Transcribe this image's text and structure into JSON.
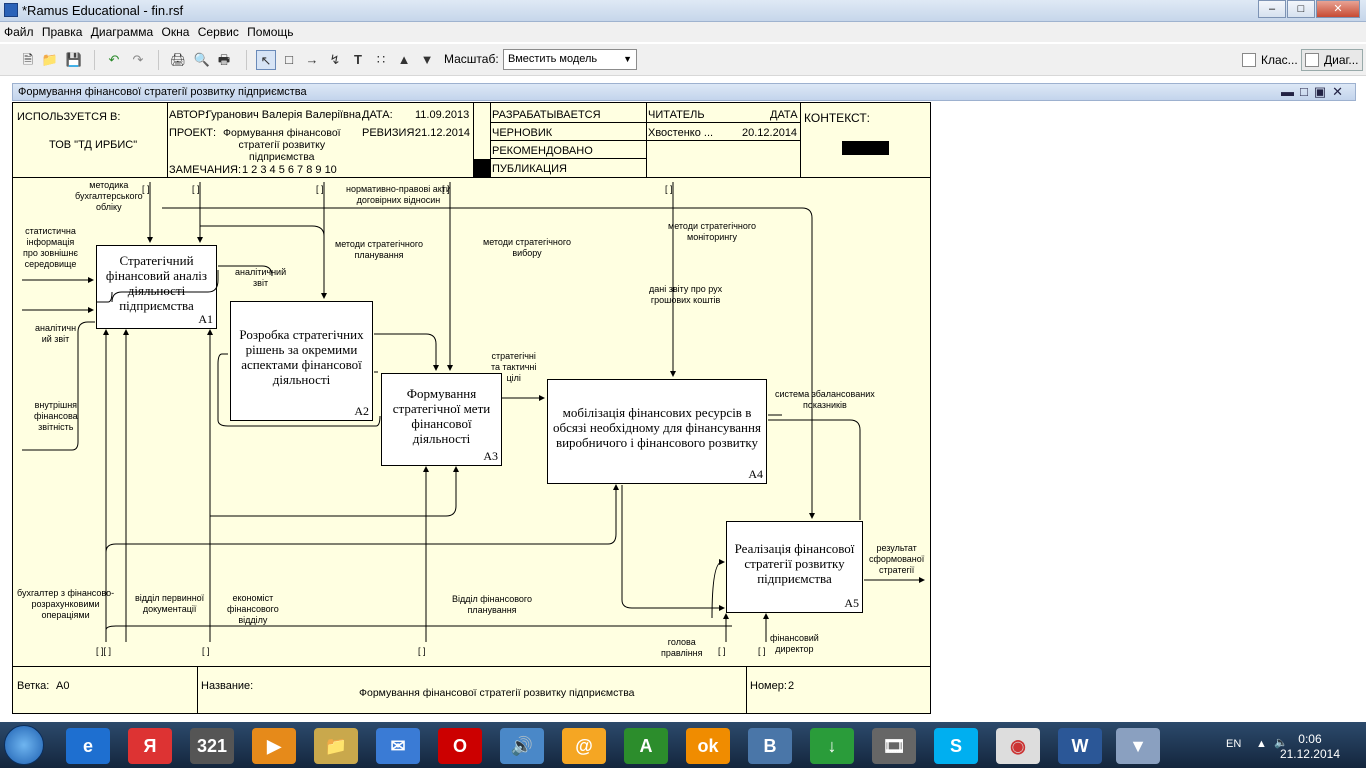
{
  "app": {
    "title": "*Ramus Educational - fin.rsf"
  },
  "menu": [
    "Файл",
    "Правка",
    "Диаграмма",
    "Окна",
    "Сервис",
    "Помощь"
  ],
  "toolbar": {
    "zoom_label": "Масштаб:",
    "zoom_value": "Вместить модель"
  },
  "right_tabs": [
    "Клас...",
    "Диаг..."
  ],
  "document": {
    "title": "Формування фінансової стратегії розвитку підприємства"
  },
  "frame": {
    "used_at_label": "ИСПОЛЬЗУЕТСЯ В:",
    "used_at_value": "ТОВ \"ТД ИРБИС\"",
    "author_label": "АВТОР:",
    "author_value": "Гуранович Валерія Валеріївна",
    "date_label": "ДАТА:",
    "date_value": "11.09.2013",
    "project_label": "ПРОЕКТ:",
    "project_value": "Формування фінансової\nстратегії розвитку\nпідприємства",
    "rev_label": "РЕВИЗИЯ:",
    "rev_value": "21.12.2014",
    "notes_label": "ЗАМЕЧАНИЯ:",
    "notes_value": "1  2  3  4  5  6  7  8  9  10",
    "status": [
      "РАЗРАБАТЫВАЕТСЯ",
      "ЧЕРНОВИК",
      "РЕКОМЕНДОВАНО",
      "ПУБЛИКАЦИЯ"
    ],
    "reader_label": "ЧИТАТЕЛЬ",
    "reader_date_label": "ДАТА",
    "reader_value": "Хвостенко ...",
    "reader_date": "20.12.2014",
    "context_label": "КОНТЕКСТ:",
    "branch_label": "Ветка:",
    "branch_value": "А0",
    "name_label": "Название:",
    "name_value": "Формування фінансової стратегії розвитку підприємства",
    "number_label": "Номер:",
    "number_value": "2"
  },
  "boxes": [
    {
      "text": "Стратегічний фінансовий аналіз діяльності підприємства",
      "num": "A1"
    },
    {
      "text": "Розробка стратегічних рішень за окремими аспектами фінансової діяльності",
      "num": "A2"
    },
    {
      "text": "Формування стратегічної мети фінансової діяльності",
      "num": "A3"
    },
    {
      "text": "мобілізація фінансових ресурсів в обсязі необхідному для фінансування виробничого і фінансового розвитку",
      "num": "A4"
    },
    {
      "text": "Реалізація фінансової стратегії розвитку підприємства",
      "num": "A5"
    }
  ],
  "labels": [
    "методика\nбухгалтерського\nобліку",
    "нормативно-правові акти\nдоговірних відносин",
    "статистична\nінформація\nпро зовнішнє\nсередовище",
    "методи стратегічного\nпланування",
    "методи стратегічного\nвибору",
    "методи стратегічного\nмоніторингу",
    "аналітичний\nзвіт",
    "аналітичн\nий звіт",
    "дані звіту про рух\nгрошових коштів",
    "стратегічні\nта тактичні\nцілі",
    "система збалансованих\nпоказників",
    "внутрішня\nфінансова\nзвітність",
    "результат\nсформованої\nстратегії",
    "бухгалтер з фінансово-\nрозрахунковими\nопераціями",
    "відділ первинної\nдокументації",
    "економіст\nфінансового\nвідділу",
    "Відділ фінансового\nпланування",
    "голова\nправління",
    "фінансовий\nдиректор"
  ],
  "taskbar": {
    "lang": "EN",
    "time": "0:06",
    "date": "21.12.2014"
  }
}
